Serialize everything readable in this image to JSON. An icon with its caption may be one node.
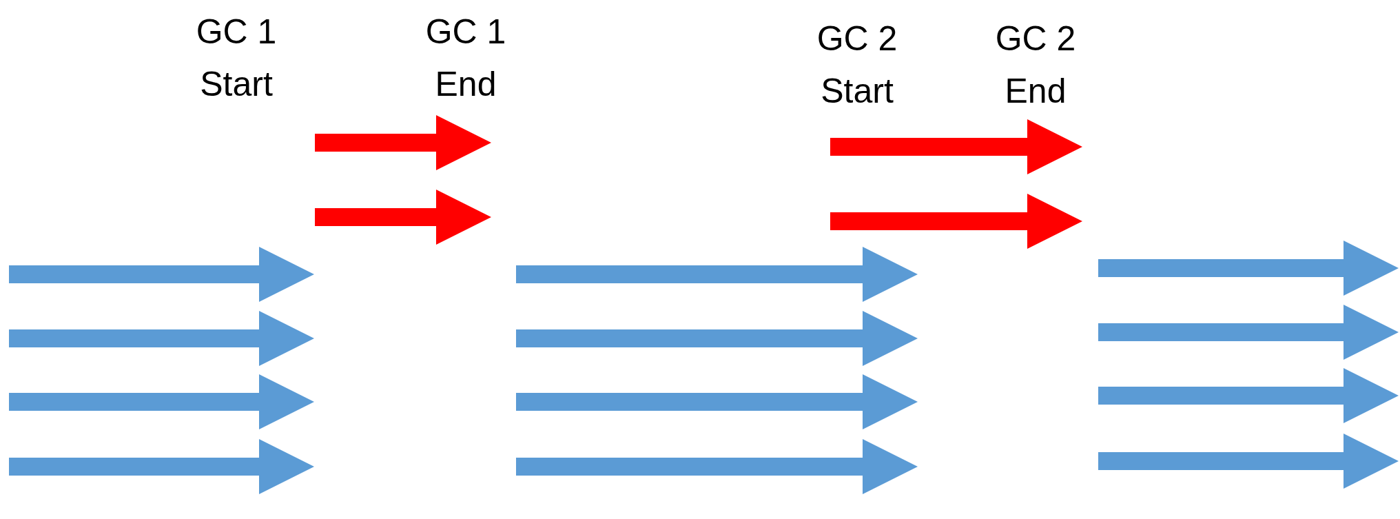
{
  "diagram": {
    "labels": [
      "GC 1 Start",
      "GC 1 End",
      "GC 2 Start",
      "GC 2 End"
    ]
  }
}
